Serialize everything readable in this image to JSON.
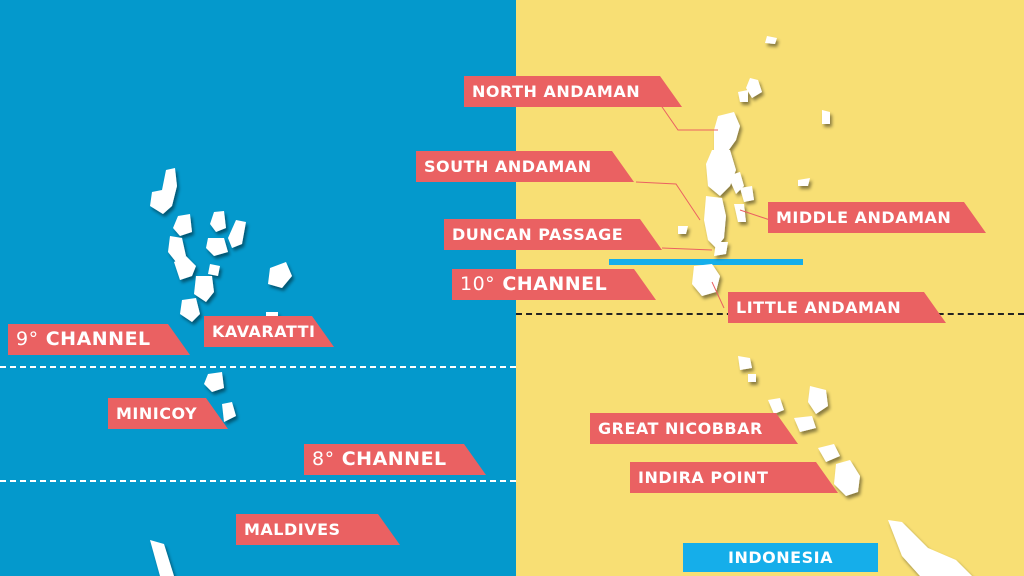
{
  "colors": {
    "sea": "#0499cc",
    "land": "#f8df74",
    "tag": "#ea6162",
    "tag_text": "#ffffff",
    "island": "#ffffff",
    "dash_left": "#ffffff",
    "dash_right": "#222222",
    "channel_bar": "#15aeea",
    "indonesia_box": "#15aeea"
  },
  "labels": {
    "north_andaman": "NORTH  ANDAMAN",
    "south_andaman": "SOUTH ANDAMAN",
    "duncan_passage": "DUNCAN PASSAGE",
    "ten_channel_deg": "10°",
    "ten_channel": "CHANNEL",
    "middle_andaman": "MIDDLE ANDAMAN",
    "little_andaman": "LITTLE ANDAMAN",
    "nine_channel_deg": "9°",
    "nine_channel": "CHANNEL",
    "kavaratti": "KAVARATTI",
    "minicoy": "MINICOY",
    "eight_channel_deg": "8°",
    "eight_channel": "CHANNEL",
    "maldives": "MALDIVES",
    "great_nicobbar": "GREAT NICOBBAR",
    "indira_point": "INDIRA POINT",
    "indonesia": "INDONESIA"
  }
}
